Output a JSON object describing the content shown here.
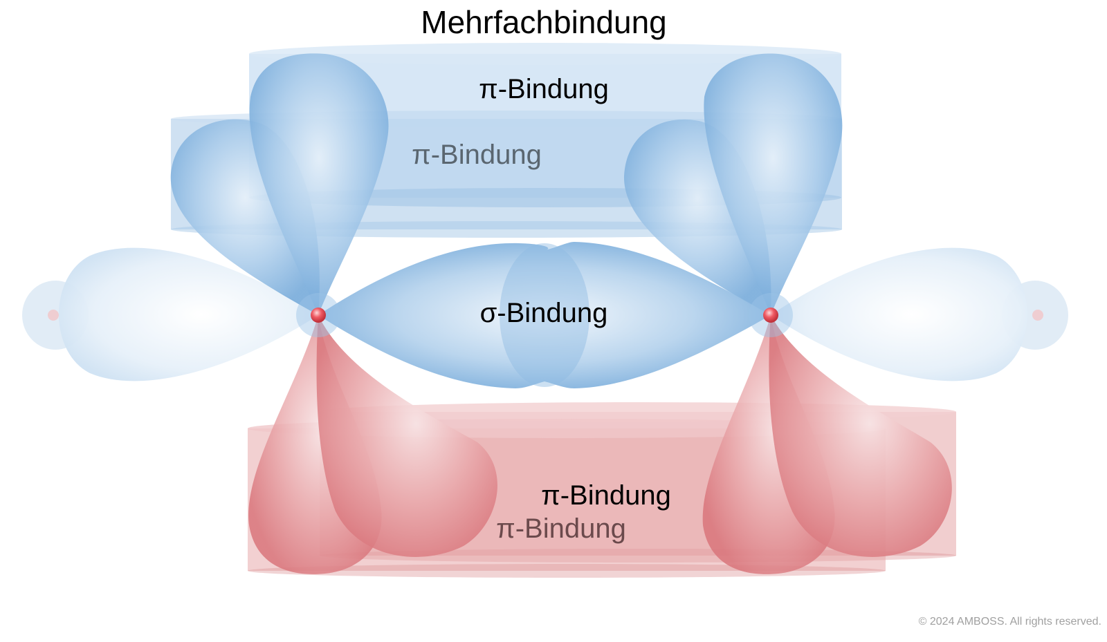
{
  "title": "Mehrfachbindung",
  "labels": {
    "pi_top_front": "π-Bindung",
    "pi_top_back": "π-Bindung",
    "sigma": "σ-Bindung",
    "pi_bottom_front": "π-Bindung",
    "pi_bottom_back": "π-Bindung"
  },
  "copyright": "© 2024 AMBOSS. All rights reserved.",
  "colors": {
    "blue_lobe": "#7fb0dc",
    "blue_light": "#dce9f5",
    "red_lobe": "#e08c90",
    "red_light": "#f3d2d4",
    "atom": "#e8454f"
  }
}
